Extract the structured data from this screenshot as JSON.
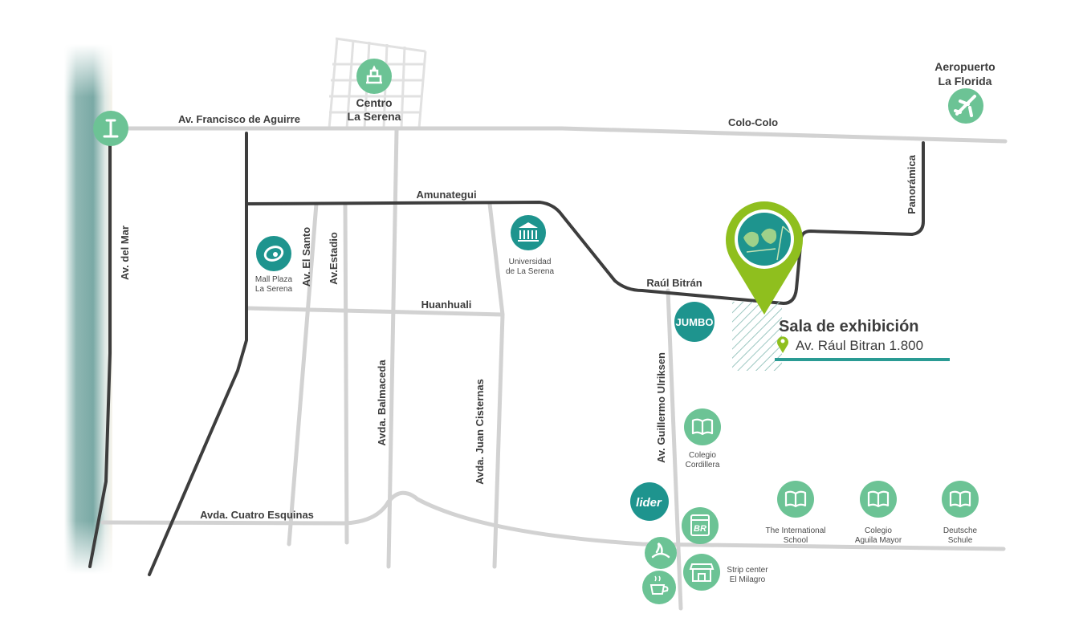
{
  "roads": {
    "av_francisco_de_aguirre": "Av. Francisco de Aguirre",
    "colo_colo": "Colo-Colo",
    "panoramica": "Panorámica",
    "amunategui": "Amunategui",
    "raul_bitran": "Raúl Bitrán",
    "huanhuali": "Huanhuali",
    "av_del_mar": "Av. del Mar",
    "av_el_santo": "Av. El Santo",
    "av_estadio": "Av.Estadio",
    "avda_balmaceda": "Avda. Balmaceda",
    "avda_juan_cisternas": "Avda. Juan Cisternas",
    "av_guillermo_ulriksen": "Av. Guillermo Ulriksen",
    "avda_cuatro_esquinas": "Avda. Cuatro Esquinas"
  },
  "places": {
    "centro": [
      "Centro",
      "La Serena"
    ],
    "aeropuerto": [
      "Aeropuerto",
      "La Florida"
    ],
    "mall_plaza": [
      "Mall Plaza",
      "La Serena"
    ],
    "universidad": [
      "Universidad",
      "de La Serena"
    ],
    "colegio_cordillera": [
      "Colegio",
      "Cordillera"
    ],
    "international_school": [
      "The International",
      "School"
    ],
    "colegio_aguila_mayor": [
      "Colegio",
      "Aguila Mayor"
    ],
    "deutsche_schule": [
      "Deutsche",
      "Schule"
    ],
    "strip_center": [
      "Strip center",
      "El Milagro"
    ]
  },
  "brands": {
    "jumbo": "JUMBO",
    "lider": "lider",
    "br": "BR"
  },
  "showroom": {
    "title": "Sala de exhibición",
    "address": "Av. Rául Bitran 1.800"
  },
  "colors": {
    "sea": "#8fb7b3",
    "road_main": "#d4d4d4",
    "road_dark": "#3d3d3d",
    "poi_light": "#6cc395",
    "poi_dark": "#1e948e",
    "accent_green": "#8fbf1e",
    "underline_teal": "#2a9b94"
  },
  "icons": {
    "centro": "monument-icon",
    "aeropuerto": "airplane-icon",
    "faro": "lighthouse-icon",
    "mall_plaza": "mall-logo-icon",
    "universidad": "university-icon",
    "schools": "book-icon",
    "bank": "santander-icon",
    "store": "storefront-icon",
    "coffee": "coffee-icon",
    "marker": "location-pin-icon",
    "birds": "birds-logo-icon"
  }
}
